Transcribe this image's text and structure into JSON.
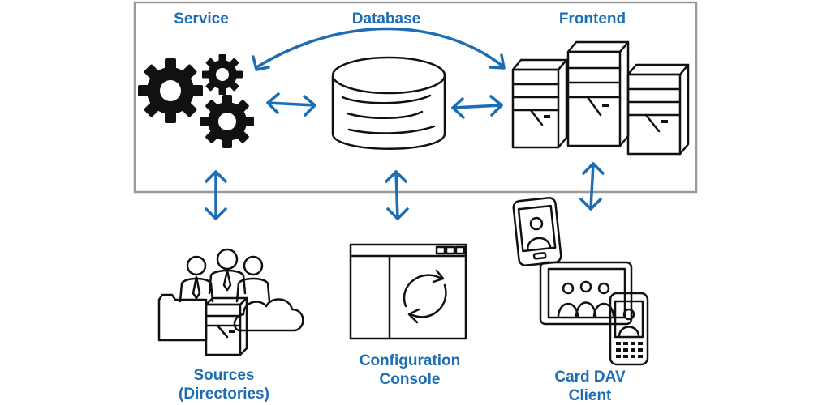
{
  "labels": {
    "service": "Service",
    "database": "Database",
    "frontend": "Frontend",
    "sources_line1": "Sources",
    "sources_line2": "(Directories)",
    "config_line1": "Configuration",
    "config_line2": "Console",
    "carddav_line1": "Card DAV",
    "carddav_line2": "Client"
  },
  "colors": {
    "accent": "#1d6db5",
    "ink": "#111111",
    "frame": "#9a9a9a"
  },
  "icons": [
    "gears-icon",
    "database-icon",
    "server-rack-icon",
    "people-directory-icon",
    "console-window-icon",
    "mobile-devices-icon"
  ]
}
